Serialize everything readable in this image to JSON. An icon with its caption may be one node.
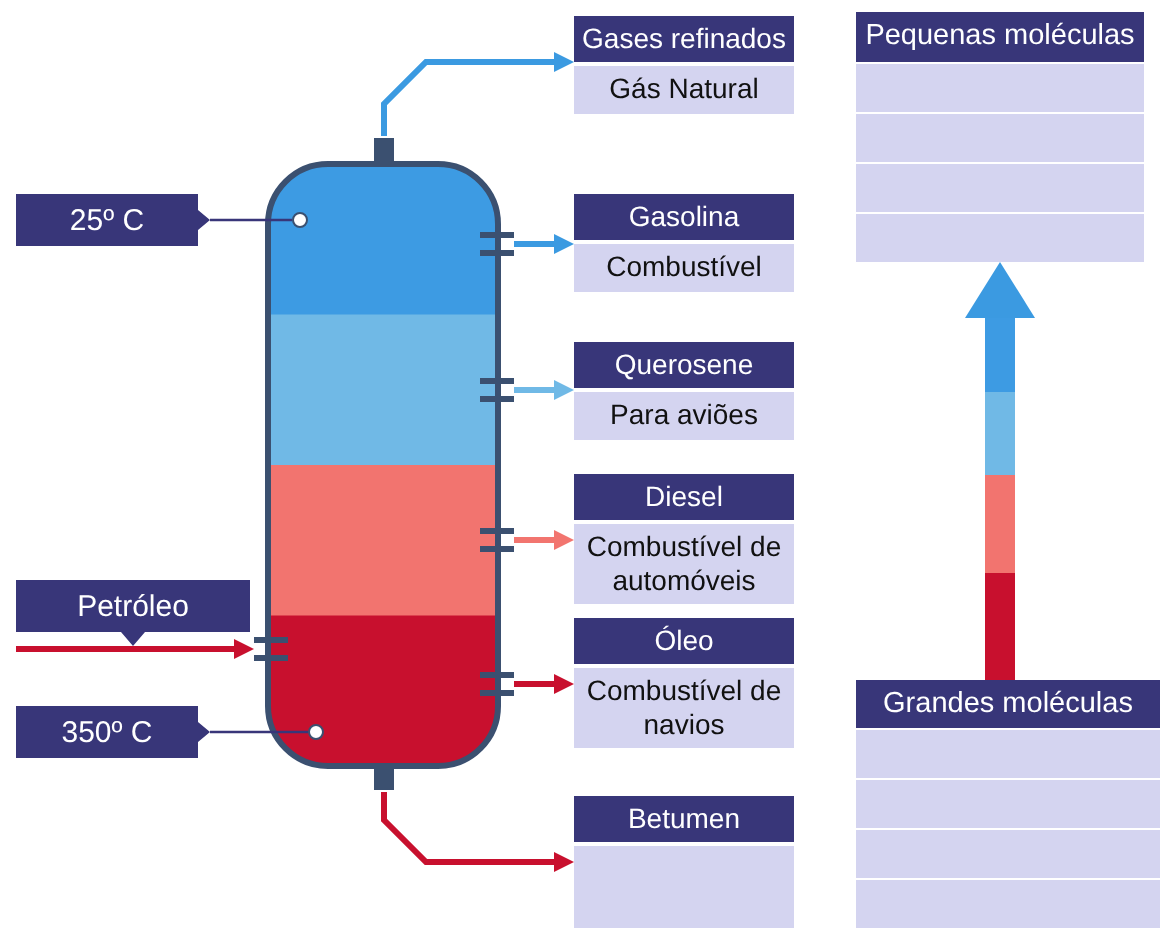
{
  "diagram": {
    "nodes": [
      {
        "text": [],
        "shape": "cylinder"
      },
      {
        "text": [],
        "shape": "circle",
        "in": 0
      },
      {
        "text": [],
        "shape": "circle",
        "in": 0
      },
      {
        "text": [
          "25º C"
        ]
      },
      {
        "text": [
          "Petróleo"
        ]
      },
      {
        "text": [
          "350º C"
        ]
      },
      {
        "text": [
          "Gases refinados",
          "Gás Natural"
        ]
      },
      {
        "text": [
          "Gasolina",
          "Combustível"
        ]
      },
      {
        "text": [
          "Querosene",
          "Para aviões"
        ]
      },
      {
        "text": [
          "Diesel",
          "Combustível de automóveis"
        ]
      },
      {
        "text": [
          "Óleo",
          "Combustível de navios"
        ]
      },
      {
        "text": [
          "Betumen"
        ]
      },
      {
        "text": [
          "Pequenas moléculas"
        ]
      },
      {
        "text": [
          "Grandes moléculas"
        ]
      }
    ],
    "edges": [
      {
        "from": 0,
        "to": 6,
        "arrow": "to",
        "color": "#3b9ae1"
      },
      {
        "from": 0,
        "to": 7,
        "arrow": "to",
        "color": "#3b9ae1"
      },
      {
        "from": 0,
        "to": 8,
        "arrow": "to",
        "color": "#70b9e6"
      },
      {
        "from": 0,
        "to": 9,
        "arrow": "to",
        "color": "#f2756f"
      },
      {
        "from": 0,
        "to": 10,
        "arrow": "to",
        "color": "#c8102e"
      },
      {
        "from": 0,
        "to": 11,
        "arrow": "to",
        "color": "#c8102e"
      },
      {
        "from": 4,
        "to": 0,
        "arrow": "to",
        "color": "#c8102e"
      },
      {
        "from": 3,
        "to": 1,
        "arrow": "none",
        "color": "#383679"
      },
      {
        "from": 5,
        "to": 2,
        "arrow": "none",
        "color": "#383679"
      },
      {
        "from": 13,
        "to": 12,
        "arrow": "to",
        "style": "thick"
      }
    ]
  }
}
